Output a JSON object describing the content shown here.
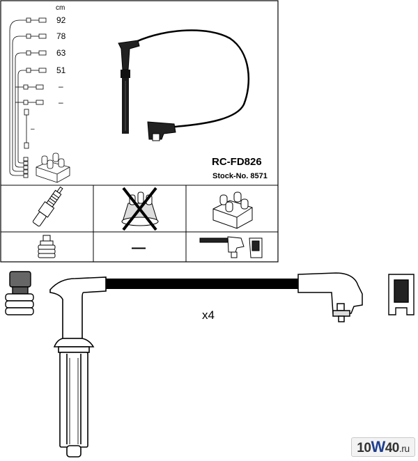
{
  "legend": {
    "unit": "cm",
    "lengths": [
      "92",
      "78",
      "63",
      "51",
      "–",
      "–"
    ],
    "short_dash": "–"
  },
  "product": {
    "part_number": "RC-FD826",
    "stock_label": "Stock-No. 8571"
  },
  "components": {
    "not_included_mark": "—"
  },
  "detail": {
    "multiplier": "x4"
  },
  "watermark": {
    "prefix": "10",
    "w": "W",
    "suffix": "40",
    "tld": ".ru"
  }
}
